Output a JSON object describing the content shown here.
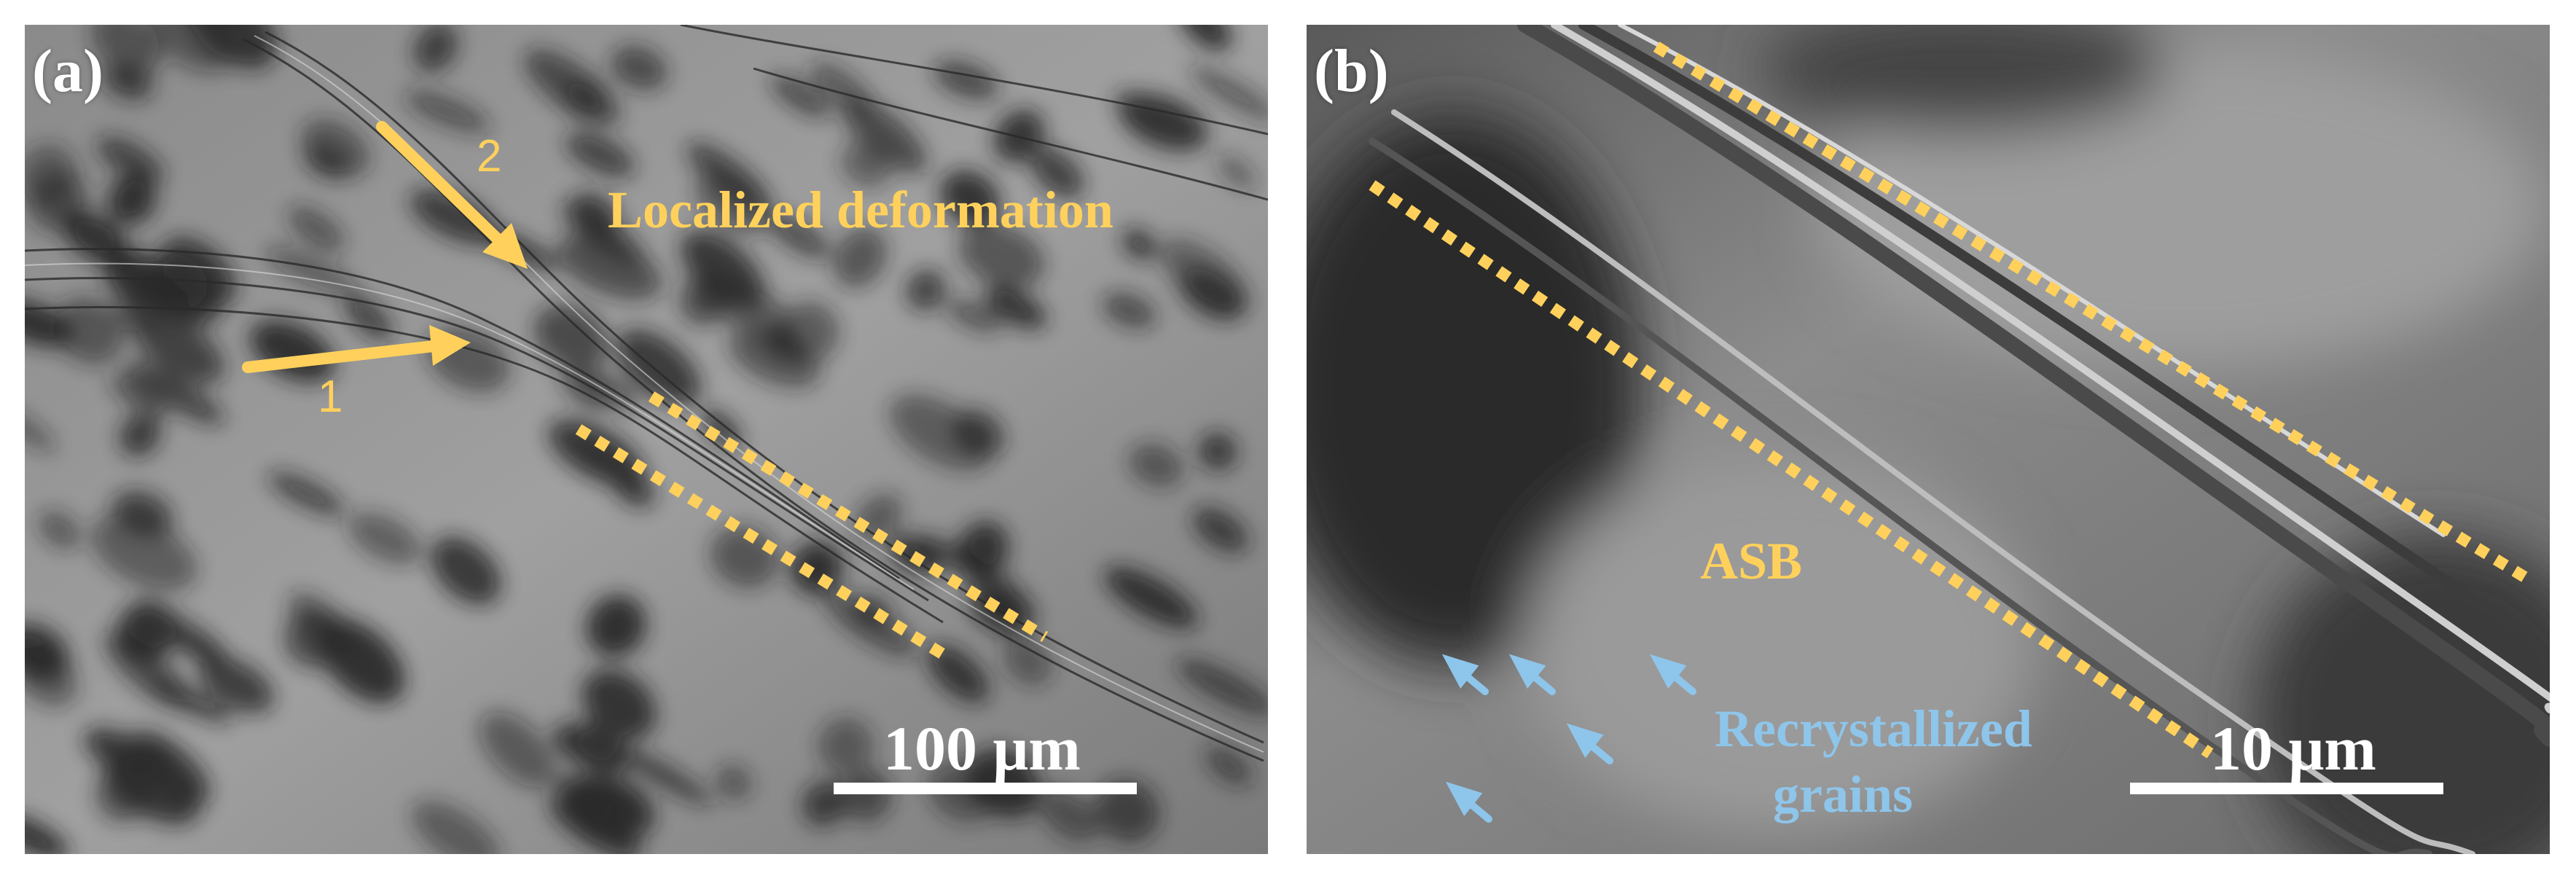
{
  "panel_a": {
    "label": "(a)",
    "annotations": {
      "localized_deformation": "Localized deformation",
      "arrow_1": "1",
      "arrow_2": "2"
    },
    "scale_bar": "100 μm"
  },
  "panel_b": {
    "label": "(b)",
    "annotations": {
      "asb": "ASB",
      "recrystallized_line1": "Recrystallized",
      "recrystallized_line2": "grains"
    },
    "scale_bar": "10 μm"
  },
  "colors": {
    "annotation_yellow": "#ffd15c",
    "annotation_blue": "#8ec5ea",
    "scale_white": "#ffffff"
  }
}
